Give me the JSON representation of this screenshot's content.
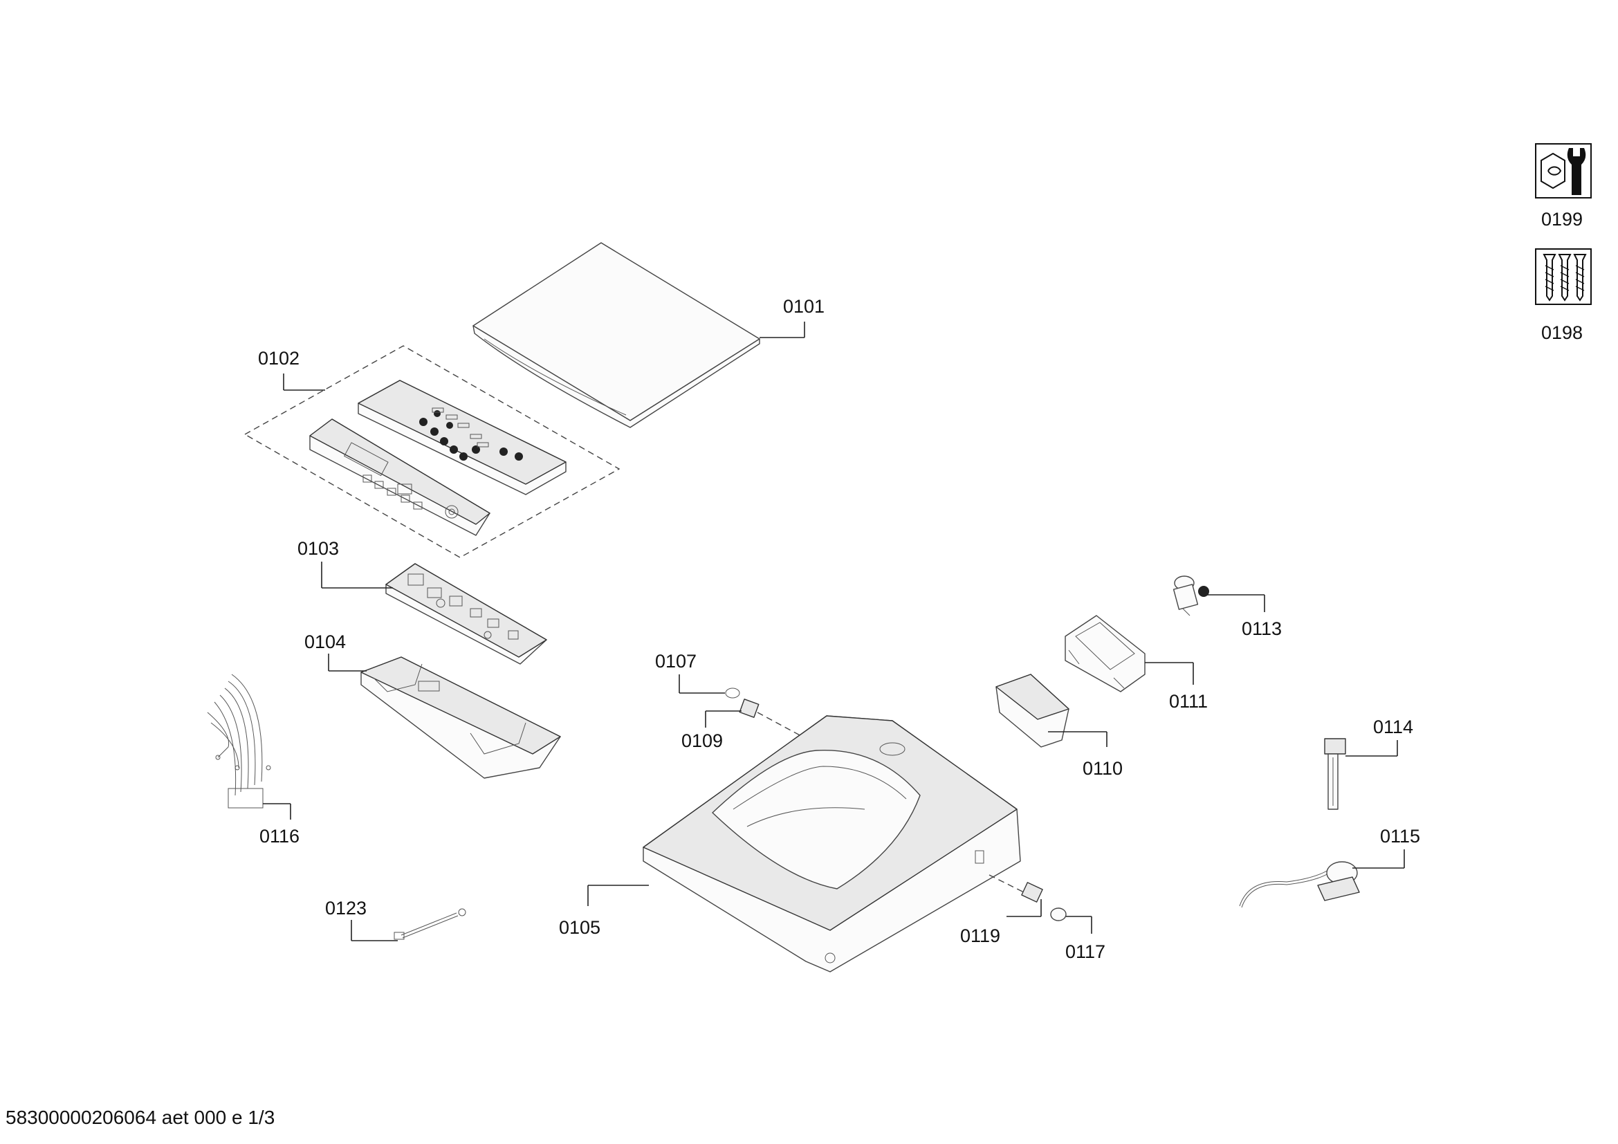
{
  "callouts": {
    "p0101": "0101",
    "p0102": "0102",
    "p0103": "0103",
    "p0104": "0104",
    "p0105": "0105",
    "p0107": "0107",
    "p0109": "0109",
    "p0110": "0110",
    "p0111": "0111",
    "p0113": "0113",
    "p0114": "0114",
    "p0115": "0115",
    "p0116": "0116",
    "p0117": "0117",
    "p0119": "0119",
    "p0123": "0123"
  },
  "side_icons": {
    "tools": {
      "label": "0199",
      "icon": "wrench-icon"
    },
    "screws": {
      "label": "0198",
      "icon": "screws-icon"
    }
  },
  "footer": {
    "document_id": "58300000206064 aet 000 e 1/3"
  }
}
